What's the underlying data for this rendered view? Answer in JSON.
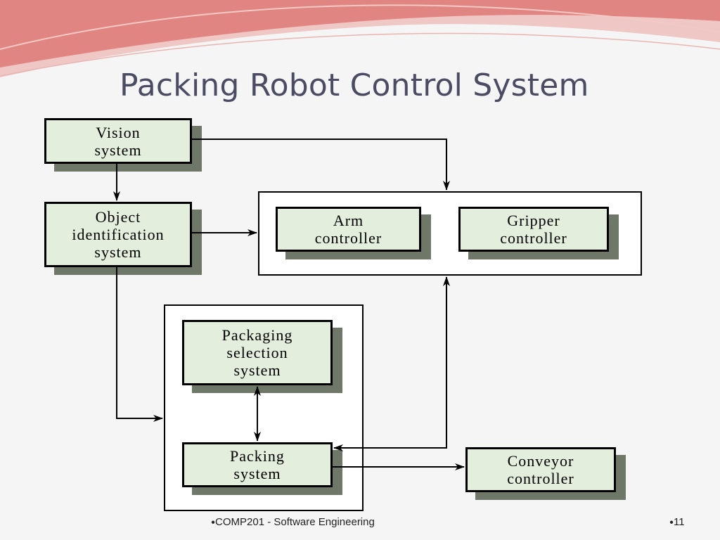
{
  "slide": {
    "title": "Packing Robot Control System",
    "footer_text": "COMP201 - Software Engineering",
    "page_number": "11",
    "colors": {
      "title": "#4b4b63",
      "box_fill": "#e4eedc",
      "box_shadow": "#6f7868",
      "accent": "#e0736f"
    }
  },
  "diagram": {
    "boxes": {
      "vision": "Vision\nsystem",
      "object_id": "Object\nidentification\nsystem",
      "arm": "Arm\ncontroller",
      "gripper": "Gripper\ncontroller",
      "packaging_selection": "Packaging\nselection\nsystem",
      "packing": "Packing\nsystem",
      "conveyor": "Conveyor\ncontroller"
    }
  }
}
